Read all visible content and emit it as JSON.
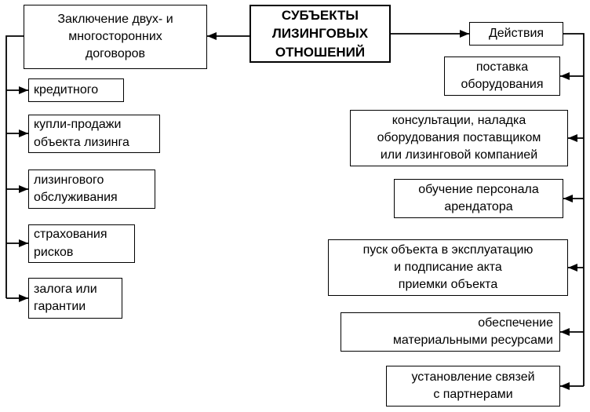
{
  "diagram": {
    "center": {
      "label": "СУБЪЕКТЫ\nЛИЗИНГОВЫХ\nОТНОШЕНИЙ"
    },
    "left": {
      "header": "Заключение двух- и\nмногосторонних\nдоговоров",
      "items": [
        {
          "label": "кредитного"
        },
        {
          "label": "купли-продажи\nобъекта лизинга"
        },
        {
          "label": "лизингового\nобслуживания"
        },
        {
          "label": "страхования\nрисков"
        },
        {
          "label": "залога или\nгарантии"
        }
      ]
    },
    "right": {
      "header": "Действия",
      "items": [
        {
          "label": "поставка\nоборудования"
        },
        {
          "label": "консультации, наладка\nоборудования поставщиком\nили лизинговой компанией"
        },
        {
          "label": "обучение персонала\nарендатора"
        },
        {
          "label": "пуск объекта в эксплуатацию\nи подписание акта\nприемки объекта"
        },
        {
          "label": "обеспечение\nматериальными ресурсами"
        },
        {
          "label": "установление связей\nс партнерами"
        }
      ]
    },
    "colors": {
      "border": "#000000",
      "background": "#ffffff",
      "text": "#000000"
    }
  }
}
